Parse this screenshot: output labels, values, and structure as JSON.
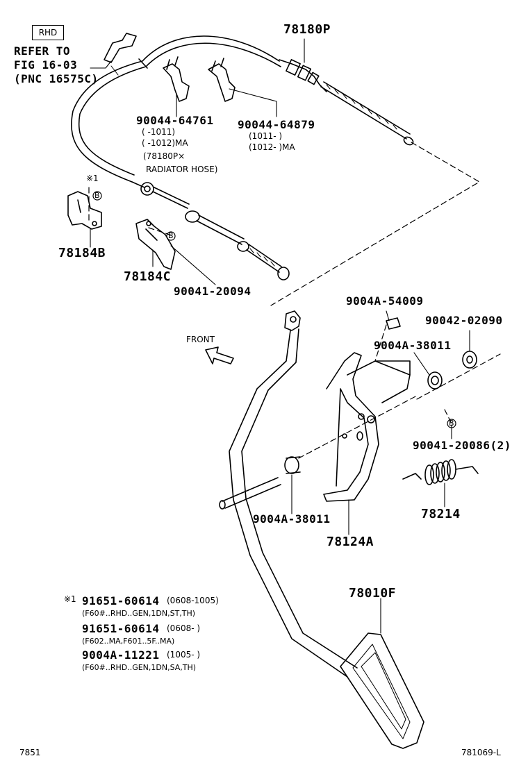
{
  "rhd_box": "RHD",
  "refer": {
    "line1": "REFER TO",
    "line2": "FIG 16-03",
    "line3": "(PNC 16575C)"
  },
  "parts": {
    "p78180P": "78180P",
    "p90044_64761": "90044-64761",
    "p90044_64761_a": "(      -1011)",
    "p90044_64761_b": "(      -1012)MA",
    "p90044_64879": "90044-64879",
    "p90044_64879_a": "(1011-      )",
    "p90044_64879_b": "(1012-     )MA",
    "cross_note_1": "(78180P×",
    "cross_note_2": "RADIATOR HOSE)",
    "ref_mark_1": "※1",
    "b_mark": "B",
    "p78184B": "78184B",
    "p78184C": "78184C",
    "p90041_20094": "90041-20094",
    "p9004A_54009": "9004A-54009",
    "p90042_02090": "90042-02090",
    "p9004A_38011_top": "9004A-38011",
    "p90041_20086": "90041-20086(2)",
    "p78214": "78214",
    "p9004A_38011_bot": "9004A-38011",
    "p78124A": "78124A",
    "p78010F": "78010F",
    "front": "FRONT"
  },
  "notes": [
    {
      "mark": "※1",
      "pn": "91651-60614",
      "range": "(0608-1005)",
      "detail": "(F60#..RHD..GEN,1DN,ST,TH)"
    },
    {
      "mark": "",
      "pn": "91651-60614",
      "range": "(0608-      )",
      "detail": "(F602..MA,F601..5F..MA)"
    },
    {
      "mark": "",
      "pn": "9004A-11221",
      "range": "(1005-      )",
      "detail": "(F60#..RHD..GEN,1DN,SA,TH)"
    }
  ],
  "footer": {
    "left": "7851",
    "right": "781069-L"
  }
}
